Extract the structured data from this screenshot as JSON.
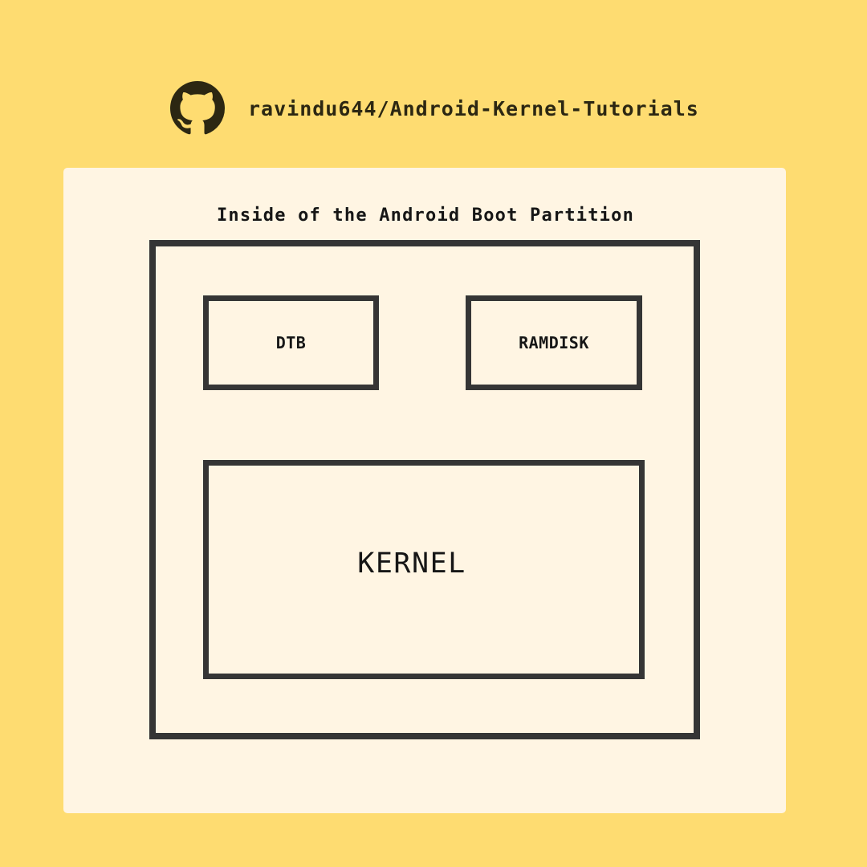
{
  "header": {
    "repo_name": "ravindu644/Android-Kernel-Tutorials",
    "icon": "github-icon"
  },
  "diagram": {
    "title": "Inside of the Android Boot Partition",
    "outer_box": "boot-partition",
    "boxes": {
      "dtb": "DTB",
      "ramdisk": "RAMDISK",
      "kernel": "KERNEL"
    }
  },
  "colors": {
    "background": "#FEDC71",
    "card": "#FFF5E3",
    "stroke": "#353535",
    "text": "#161616",
    "header_text": "#2C2712"
  }
}
